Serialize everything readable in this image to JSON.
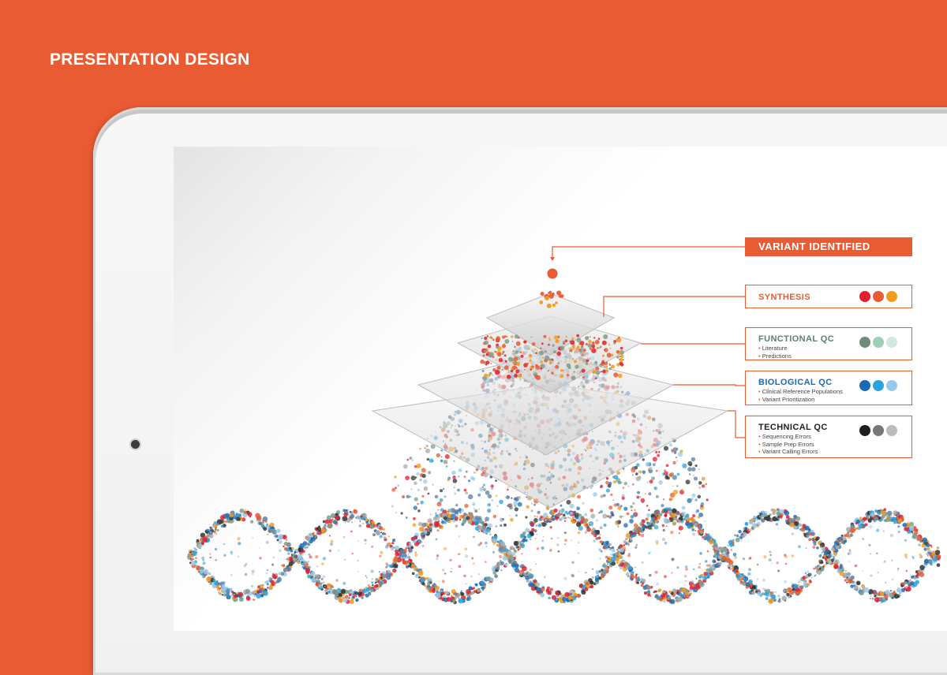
{
  "page_title": "PRESENTATION DESIGN",
  "colors": {
    "background": "#e95b32",
    "accent": "#e95b32"
  },
  "diagram": {
    "header": "VARIANT IDENTIFIED",
    "levels": [
      {
        "title": "SYNTHESIS",
        "title_color": "#e95b32",
        "items": [],
        "dots": [
          "#e0202f",
          "#e95b32",
          "#f39a1c"
        ]
      },
      {
        "title": "FUNCTIONAL QC",
        "title_color": "#5f7f6e",
        "items": [
          "Literature",
          "Predictions"
        ],
        "dots": [
          "#6e8c7b",
          "#9ccfb4",
          "#cfe9dc"
        ]
      },
      {
        "title": "BIOLOGICAL QC",
        "title_color": "#1a6bb5",
        "items": [
          "Clinical Reference Populations",
          "Variant Prioritization"
        ],
        "dots": [
          "#1a6bb5",
          "#2aa3dc",
          "#98c9ec"
        ]
      },
      {
        "title": "TECHNICAL QC",
        "title_color": "#222222",
        "items": [
          "Sequencing Errors",
          "Sample Prep Errors",
          "Variant Calling Errors"
        ],
        "dots": [
          "#1e1e1e",
          "#777777",
          "#bbbbbb"
        ]
      }
    ]
  }
}
